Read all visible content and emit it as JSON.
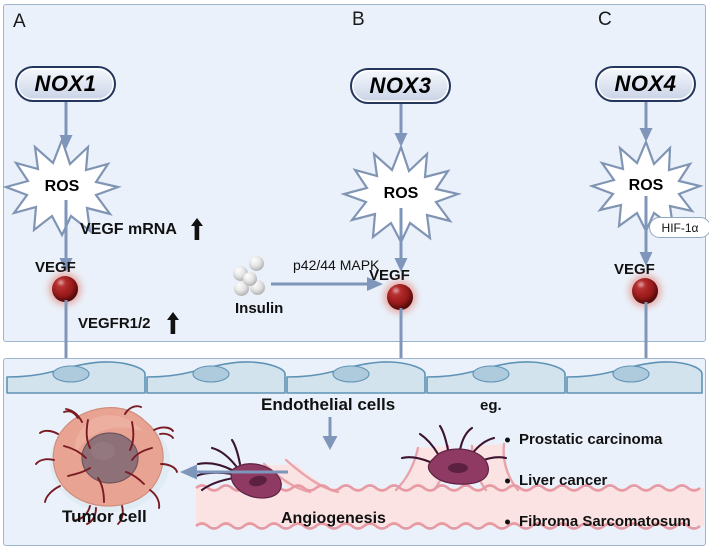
{
  "figure": {
    "panels": [
      {
        "letter": "A",
        "enzyme": "NOX1",
        "ros_label": "ROS",
        "vegf_label": "VEGF",
        "mediators": [
          "VEGF mRNA",
          "VEGFR1/2"
        ]
      },
      {
        "letter": "B",
        "enzyme": "NOX3",
        "ros_label": "ROS",
        "vegf_label": "VEGF",
        "stimulus": "Insulin",
        "pathway": "p42/44 MAPK"
      },
      {
        "letter": "C",
        "enzyme": "NOX4",
        "ros_label": "ROS",
        "vegf_label": "VEGF",
        "cofactor": "HIF-1α"
      }
    ],
    "bottom": {
      "endothelial_label": "Endothelial cells",
      "tumor_label": "Tumor cell",
      "angiogenesis_label": "Angiogenesis",
      "eg_label": "eg.",
      "examples": [
        "Prostatic carcinoma",
        "Liver cancer",
        "Fibroma Sarcomatosum"
      ]
    },
    "colors": {
      "panel_bg": "#eaf1fa",
      "panel_border": "#9fb4cf",
      "arrow": "#7f96bb",
      "nox_border": "#24365c",
      "ros_outline": "#8095b4",
      "vegf_red": "#a62121",
      "endothelial_fill": "#d3e3ee",
      "endothelial_stroke": "#5f93b5",
      "tumor_fill": "#e8a393",
      "vessel_pink": "#f4c3c6",
      "tip_cell": "#8e3a63"
    }
  }
}
